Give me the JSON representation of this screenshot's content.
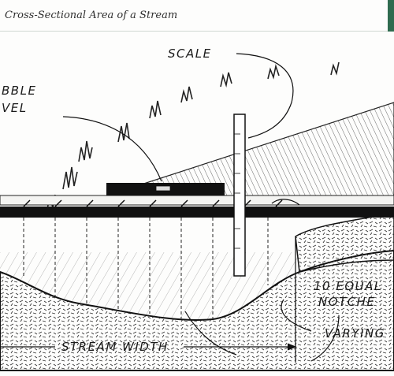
{
  "figure": {
    "title": "Cross-Sectional Area of a Stream",
    "labels": {
      "scale": "SCALE",
      "bubble_level_line1": "BBLE",
      "bubble_level_line2": "VEL",
      "equal_notches_line1": "10 EQUAL",
      "equal_notches_line2": "NOTCHE",
      "varying": "VARYING",
      "stream_width": "STREAM WIDTH"
    },
    "accent_color": "#2f6b4f"
  }
}
